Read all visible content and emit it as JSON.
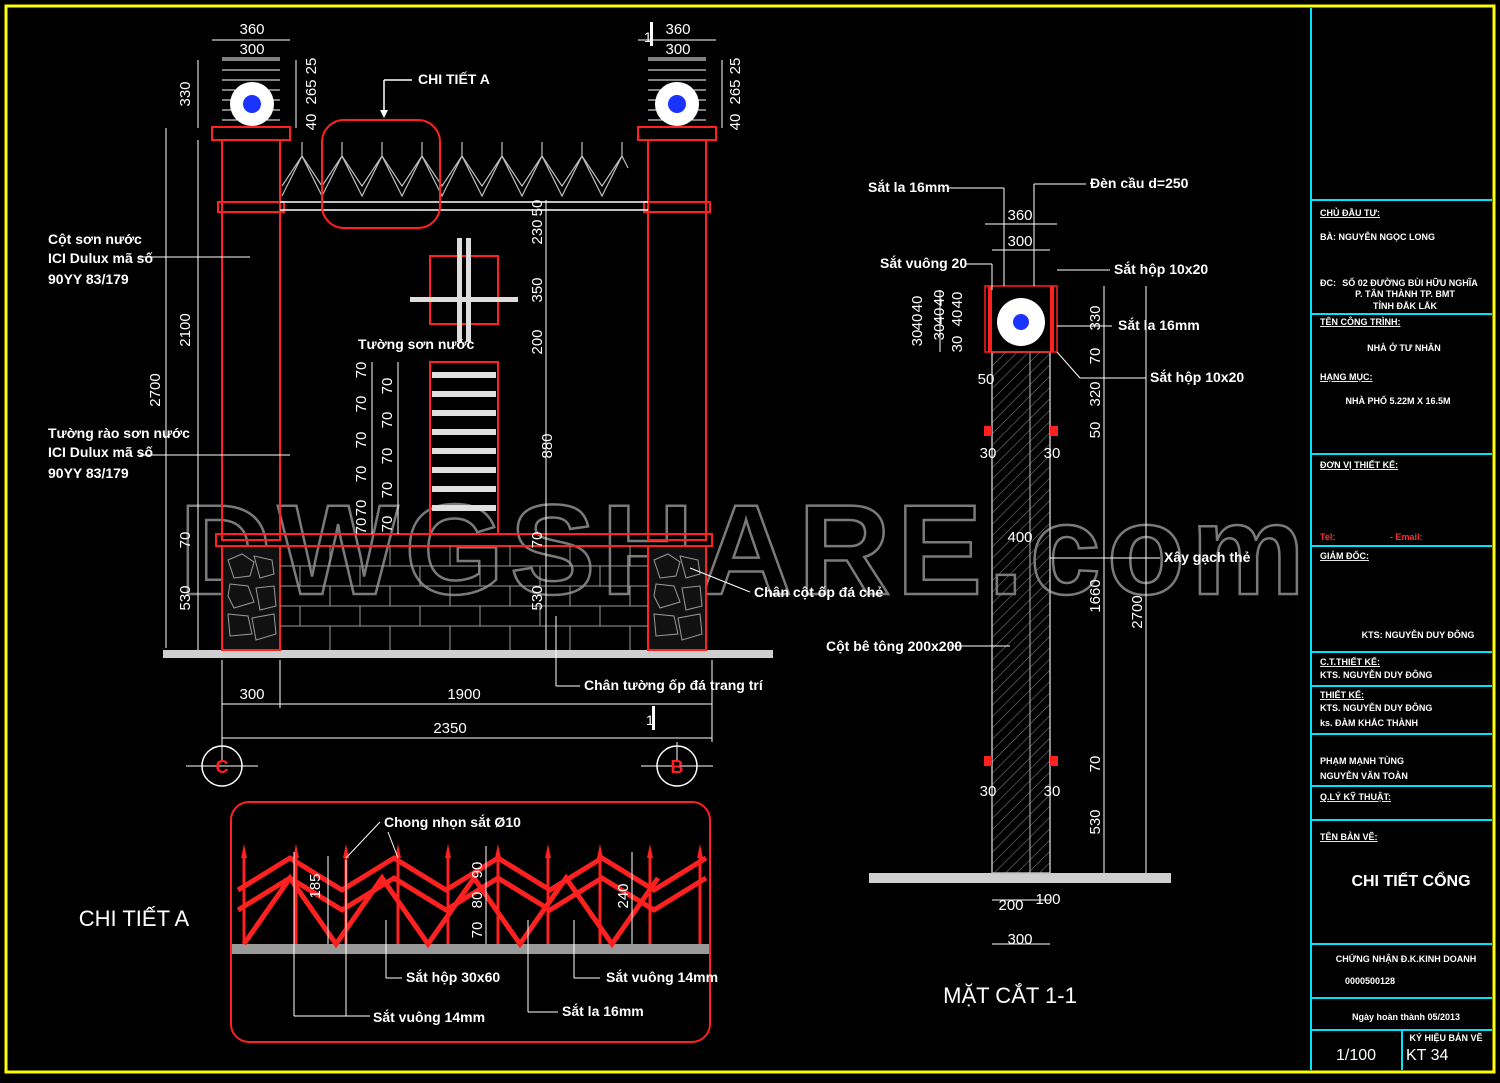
{
  "watermark": "DWGSHARE.com",
  "elevation": {
    "callout_detail_a": "CHI TIẾT A",
    "left_dims_top": [
      "360",
      "300",
      "330",
      "265",
      "25",
      "40"
    ],
    "right_dims_top": [
      "360",
      "300",
      "265",
      "25",
      "40"
    ],
    "vertical_dims": {
      "d2700": "2700",
      "d2100": "2100",
      "d70": "70",
      "d530": "530",
      "d230": "230",
      "d50": "50",
      "d350": "350",
      "d200": "200",
      "d880": "880",
      "d530b": "530",
      "d70b": "70"
    },
    "step_dims": [
      "70",
      "70",
      "70",
      "70",
      "70",
      "70",
      "70",
      "70",
      "70",
      "70",
      "70",
      "70"
    ],
    "horizontal_dims": {
      "d300": "300",
      "d1900": "1900",
      "d2350": "2350"
    },
    "axis_left": "C",
    "axis_right": "B",
    "section_mark": "1",
    "notes": {
      "column_paint": [
        "Cột sơn nước",
        "ICI Dulux mã số",
        "90YY 83/179"
      ],
      "fence_paint": [
        "Tường rào sơn nước",
        "ICI Dulux mã số",
        "90YY 83/179"
      ],
      "wall_paint": "Tường sơn nước",
      "column_base": "Chân cột ốp đá chẻ",
      "wall_base": "Chân tường ốp đá trang trí"
    }
  },
  "detail_a": {
    "title": "CHI TIẾT A",
    "notes": {
      "spike": "Chong nhọn sắt Ø10",
      "box": "Sắt hộp 30x60",
      "square_right": "Sắt vuông 14mm",
      "square_left": "Sắt vuông 14mm",
      "flat": "Sắt la 16mm"
    },
    "dims": [
      "185",
      "90",
      "80",
      "70",
      "240"
    ]
  },
  "section": {
    "title": "MẶT CẮT 1-1",
    "notes": {
      "flat_top": "Sắt la 16mm",
      "lamp": "Đèn cầu d=250",
      "square20": "Sắt vuông 20",
      "box_top": "Sắt hộp 10x20",
      "flat_mid": "Sắt la 16mm",
      "box_mid": "Sắt hộp 10x20",
      "brick": "Xây gạch thẻ",
      "concrete": "Cột bê tông 200x200"
    },
    "dims_top": [
      "360",
      "300"
    ],
    "dims_left": [
      "40",
      "40",
      "30",
      "40",
      "40",
      "30",
      "40",
      "40",
      "30"
    ],
    "dims_right": [
      "330",
      "70",
      "320",
      "50",
      "1660",
      "2700",
      "70",
      "530"
    ],
    "dims_inner": [
      "50",
      "30",
      "30",
      "400",
      "30",
      "30"
    ],
    "dims_bottom": [
      "200",
      "100",
      "300"
    ]
  },
  "title_block": {
    "owner_label": "CHỦ ĐẦU TƯ:",
    "owner": "BÀ: NGUYỄN  NGỌC LONG",
    "address_label": "ĐC:",
    "address": [
      "SỐ 02 ĐƯỜNG BÙI HỮU NGHĨA",
      "P. TÂN THÀNH TP. BMT",
      "TỈNH ĐẮK LẮK"
    ],
    "project_label": "TÊN CÔNG TRÌNH:",
    "project": "NHÀ Ở TƯ NHÂN",
    "item_label": "HẠNG MỤC:",
    "item": "NHÀ PHỐ 5.22M X 16.5M",
    "design_unit_label": "ĐƠN VỊ THIẾT KẾ:",
    "tel": "Tel:",
    "email": "- Email:",
    "director_label": "GIÁM ĐỐC:",
    "director": "KTS: NGUYỄN DUY ĐÔNG",
    "lead_design_label": "C.T.THIẾT KẾ:",
    "lead_design": "KTS. NGUYỄN DUY ĐÔNG",
    "design_label": "THIẾT KẾ:",
    "design": [
      "KTS. NGUYỄN DUY ĐÔNG",
      "ks. ĐÀM KHẮC THÀNH"
    ],
    "other": [
      "PHẠM MẠNH TÙNG",
      "NGUYỄN VĂN TOÀN"
    ],
    "qc_label": "Q.LÝ KỸ THUẬT:",
    "drawing_label": "TÊN BẢN VẼ:",
    "drawing_name": "CHI TIẾT CỔNG",
    "license": [
      "CHỨNG NHẬN Đ.K.KINH DOANH",
      "0000500128"
    ],
    "date": "Ngày hoàn thành 05/2013",
    "scale": "1/100",
    "sheet_label": "KÝ HIỆU BẢN VẼ",
    "sheet": "KT 34"
  },
  "colors": {
    "frame": "#ffff00",
    "title_block": "#00e5ff",
    "red": "#ff2020",
    "lamp": "#1a33ff"
  }
}
